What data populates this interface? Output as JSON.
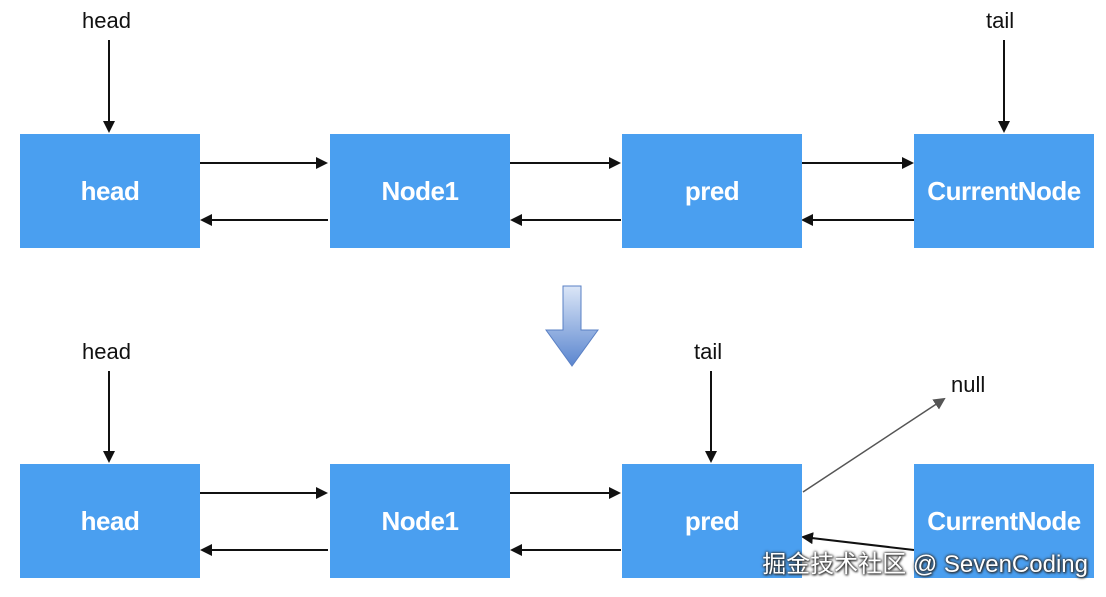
{
  "top_row": {
    "nodes": [
      "head",
      "Node1",
      "pred",
      "CurrentNode"
    ],
    "head_pointer": "head",
    "tail_pointer": "tail"
  },
  "bottom_row": {
    "nodes": [
      "head",
      "Node1",
      "pred",
      "CurrentNode"
    ],
    "head_pointer": "head",
    "tail_pointer": "tail",
    "null_label": "null"
  },
  "watermark": "掘金技术社区 @ SevenCoding",
  "colors": {
    "node_fill": "#4a9ff0",
    "node_text": "#ffffff",
    "arrow": "#111111",
    "down_arrow": "#6d96d8"
  }
}
